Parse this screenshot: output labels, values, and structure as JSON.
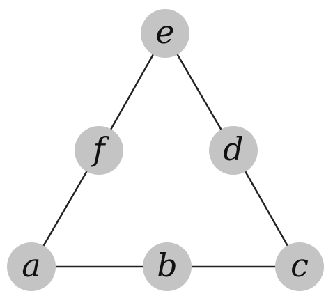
{
  "graph": {
    "nodes": [
      {
        "id": "a",
        "label": "a"
      },
      {
        "id": "b",
        "label": "b"
      },
      {
        "id": "c",
        "label": "c"
      },
      {
        "id": "d",
        "label": "d"
      },
      {
        "id": "e",
        "label": "e"
      },
      {
        "id": "f",
        "label": "f"
      }
    ],
    "edges": [
      {
        "from": "a",
        "to": "b"
      },
      {
        "from": "b",
        "to": "c"
      },
      {
        "from": "c",
        "to": "d"
      },
      {
        "from": "d",
        "to": "e"
      },
      {
        "from": "e",
        "to": "f"
      },
      {
        "from": "f",
        "to": "a"
      }
    ],
    "colors": {
      "node_fill": "#c4c4c4",
      "edge": "#222222",
      "label": "#111111"
    }
  }
}
